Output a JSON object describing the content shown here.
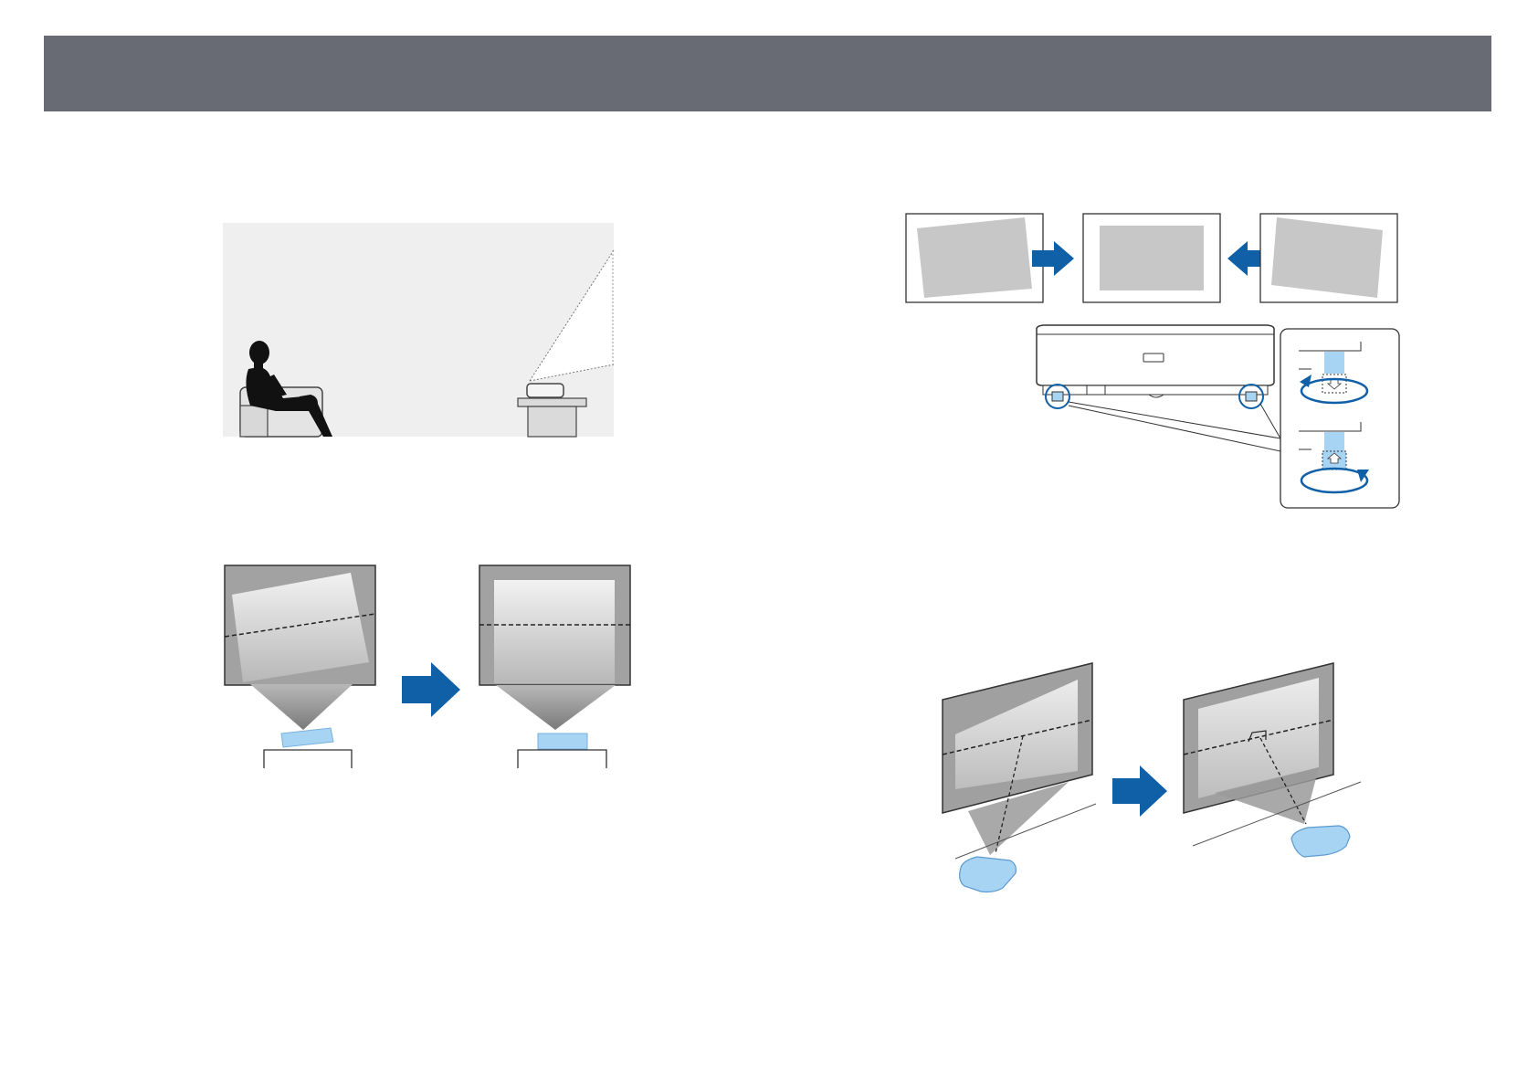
{
  "page": {
    "header_color": "#686b73",
    "accent_arrow_color": "#1060a8",
    "projector_highlight_color": "#a8d4f4"
  },
  "figures": [
    {
      "id": "projection-room",
      "icon": "person-seated-projector-illustration"
    },
    {
      "id": "tilted-to-level-image",
      "icon": "level-correction-illustration"
    },
    {
      "id": "keystone-adjust-feet",
      "icon": "adjustable-feet-illustration"
    },
    {
      "id": "perpendicular-alignment",
      "icon": "perpendicular-placement-illustration"
    }
  ]
}
